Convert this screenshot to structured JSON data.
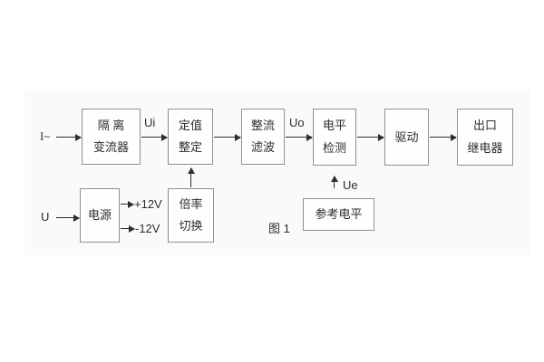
{
  "figure": {
    "caption": "图 1",
    "colors": {
      "background": "#ffffff",
      "panel": "#fafafa",
      "box_border": "#8f8f8f",
      "line": "#2e2e2e",
      "text": "#2d2d2d"
    }
  },
  "blocks": {
    "isolation_transformer": {
      "line1": "隔 离",
      "line2": "变流器"
    },
    "setting_adjust": {
      "line1": "定值",
      "line2": "整定"
    },
    "rectifier_filter": {
      "line1": "整流",
      "line2": "滤波"
    },
    "level_detect": {
      "line1": "电平",
      "line2": "检测"
    },
    "driver": {
      "line1": "驱动"
    },
    "output_relay": {
      "line1": "出口",
      "line2": "继电器"
    },
    "power_supply": {
      "line1": "电源"
    },
    "ratio_switch": {
      "line1": "倍率",
      "line2": "切换"
    },
    "reference_level": {
      "line1": "参考电平"
    }
  },
  "labels": {
    "input_current": "I~",
    "input_voltage": "U",
    "ui": "Ui",
    "uo": "Uo",
    "ue": "Ue",
    "plus12v": "+12V",
    "minus12v": "-12V"
  }
}
